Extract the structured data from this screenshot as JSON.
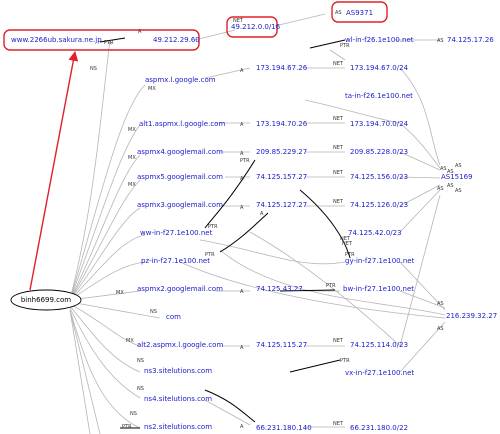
{
  "colors": {
    "link": "#1a1acc",
    "edge": "#b5b5b5",
    "dark_edge": "#000000",
    "highlight": "#e0202a"
  },
  "root": "binh6699.com",
  "highlighted": {
    "host": "www.2266ub.sakura.ne.jp",
    "net": "49.212.0.0/16",
    "as": "AS9371"
  },
  "nodes": [
    "www.2266ub.sakura.ne.jp",
    "49.212.29.60",
    "49.212.0.0/16",
    "AS9371",
    "wl-in-f26.1e100.net",
    "74.125.17.26",
    "aspmx.l.google.com",
    "173.194.67.26",
    "173.194.67.0/24",
    "ta-in-f26.1e100.net",
    "alt1.aspmx.l.google.com",
    "173.194.70.26",
    "173.194.70.0/24",
    "aspmx4.googlemail.com",
    "209.85.229.27",
    "209.85.228.0/23",
    "aspmx5.googlemail.com",
    "74.125.157.27",
    "74.125.156.0/23",
    "AS15169",
    "aspmx3.googlemail.com",
    "74.125.127.27",
    "74.125.126.0/23",
    "ww-in-f27.1e100.net",
    "74.125.42.0/23",
    "pz-in-f27.1e100.net",
    "gy-in-f27.1e100.net",
    "aspmx2.googlemail.com",
    "74.125.43.27",
    "bw-in-f27.1e100.net",
    "216.239.32.27",
    "com",
    "alt2.aspmx.l.google.com",
    "74.125.115.27",
    "74.125.114.0/23",
    "vx-in-f27.1e100.net",
    "ns3.sitelutions.com",
    "ns4.sitelutions.com",
    "ns2.sitelutions.com",
    "66.231.180.140",
    "66.231.180.0/22"
  ],
  "edge_labels": [
    "PTR",
    "NET",
    "AS",
    "A",
    "MX",
    "NS",
    "NET",
    "AS",
    "A",
    "PTR",
    "NET",
    "A",
    "MX",
    "NET",
    "A",
    "MX",
    "NET",
    "A",
    "PTR",
    "MX",
    "NET",
    "A",
    "PTR",
    "NET",
    "PTR",
    "A",
    "PTR",
    "MX",
    "A",
    "PTR",
    "NET",
    "NS",
    "MX",
    "A",
    "NET",
    "PTR",
    "NS",
    "NS",
    "NS",
    "PTR",
    "A",
    "NET",
    "AS",
    "AS",
    "AS",
    "AS",
    "AS",
    "AS",
    "AS",
    "AS"
  ]
}
